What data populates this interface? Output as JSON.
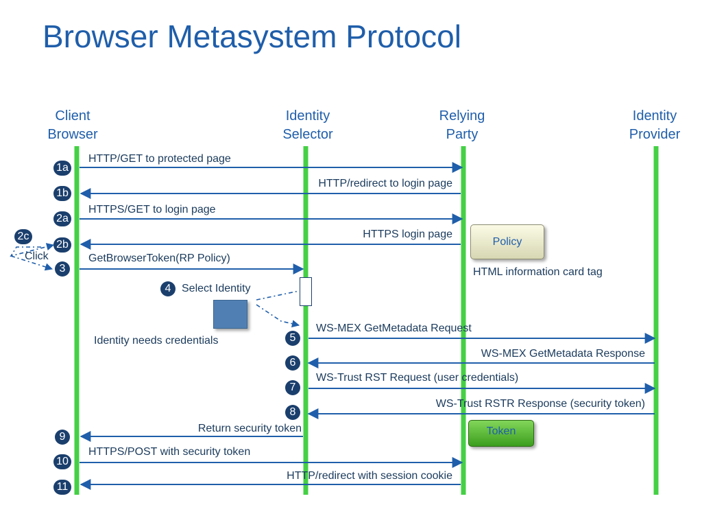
{
  "title": "Browser Metasystem Protocol",
  "actors": [
    {
      "line1": "Client",
      "line2": "Browser"
    },
    {
      "line1": "Identity",
      "line2": "Selector"
    },
    {
      "line1": "Relying",
      "line2": "Party"
    },
    {
      "line1": "Identity",
      "line2": "Provider"
    }
  ],
  "messages": [
    {
      "step": "1a",
      "label": "HTTP/GET to protected page"
    },
    {
      "step": "1b",
      "label": "HTTP/redirect to login page"
    },
    {
      "step": "2a",
      "label": "HTTPS/GET to login page"
    },
    {
      "step": "2b",
      "label": "HTTPS login page"
    },
    {
      "step": "3",
      "label": "GetBrowserToken(RP Policy)"
    },
    {
      "step": "4",
      "label": "Select Identity"
    },
    {
      "step": "5",
      "label": "WS-MEX GetMetadata Request"
    },
    {
      "step": "6",
      "label": "WS-MEX GetMetadata Response"
    },
    {
      "step": "7",
      "label": "WS-Trust RST Request (user credentials)"
    },
    {
      "step": "8",
      "label": "WS-Trust  RSTR Response (security token)"
    },
    {
      "step": "9",
      "label": "Return security token"
    },
    {
      "step": "10",
      "label": "HTTPS/POST with security token"
    },
    {
      "step": "11",
      "label": "HTTP/redirect with session cookie"
    }
  ],
  "click": {
    "step": "2c",
    "label": "Click"
  },
  "notes": {
    "policy": "Policy",
    "html_tag": "HTML information card tag",
    "token": "Token",
    "identity_needs": "Identity needs credentials"
  },
  "colors": {
    "title": "#1f5eaa",
    "lifeline": "#45d045",
    "arrow": "#1f5eaa",
    "badge": "#1b3f6d",
    "policy_box": "#efefd0",
    "token_box": "#5cb83a"
  }
}
